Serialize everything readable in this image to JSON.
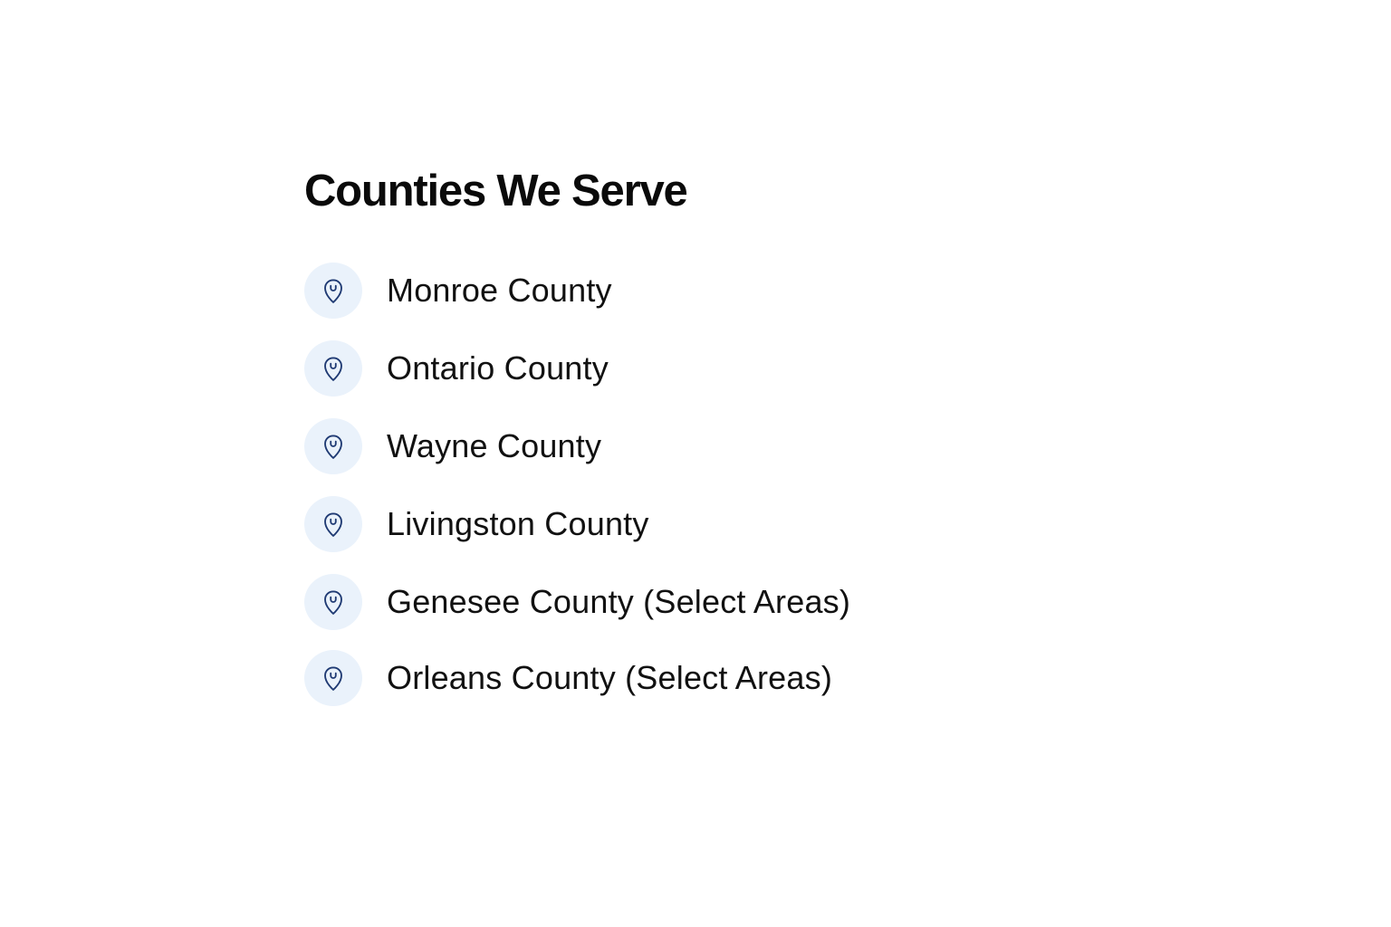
{
  "section": {
    "title": "Counties We Serve",
    "icon": "map-pin-icon",
    "colors": {
      "title": "#0a0a0a",
      "text": "#111111",
      "icon_stroke": "#1f3a73",
      "icon_background": "#eaf2fb"
    },
    "counties": [
      {
        "label": "Monroe County"
      },
      {
        "label": "Ontario County"
      },
      {
        "label": "Wayne County"
      },
      {
        "label": "Livingston County"
      },
      {
        "label": "Genesee County (Select Areas)"
      },
      {
        "label": "Orleans County (Select Areas)"
      }
    ]
  }
}
